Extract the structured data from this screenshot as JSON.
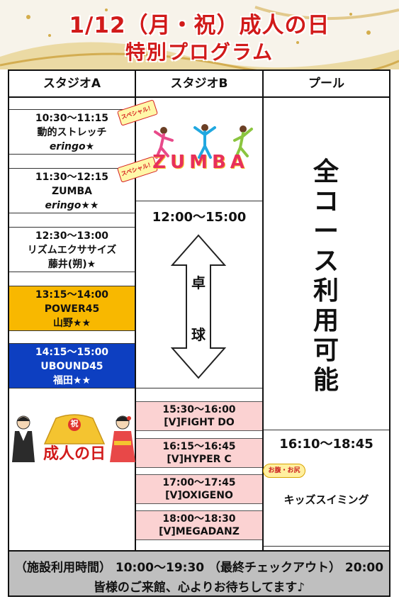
{
  "header": {
    "title_line1": "1/12（月・祝）成人の日",
    "title_line2": "特別プログラム"
  },
  "columns": {
    "a": "スタジオA",
    "b": "スタジオB",
    "pool": "プール"
  },
  "studio_a": [
    {
      "time": "10:30〜11:15",
      "name": "動的ストレッチ",
      "instructor": "eringo★",
      "badge": "スペシャル！"
    },
    {
      "time": "11:30〜12:15",
      "name": "ZUMBA",
      "instructor": "eringo★★",
      "badge": "スペシャル！"
    },
    {
      "time": "12:30〜13:00",
      "name": "リズムエクササイズ",
      "instructor": "藤井(朔)★"
    },
    {
      "time": "13:15〜14:00",
      "name": "POWER45",
      "instructor": "山野★★"
    },
    {
      "time": "14:15〜15:00",
      "name": "UBOUND45",
      "instructor": "福田★★"
    }
  ],
  "studio_a_image": {
    "badge_char": "祝",
    "text": "成人の日"
  },
  "studio_b": {
    "zumba_logo": "ZUMBA",
    "table_tennis_time": "12:00〜15:00",
    "table_tennis_char1": "卓",
    "table_tennis_char2": "球",
    "virtual": [
      {
        "time": "15:30〜16:00",
        "name": "[V]FIGHT DO"
      },
      {
        "time": "16:15〜16:45",
        "name": "[V]HYPER C"
      },
      {
        "time": "17:00〜17:45",
        "name": "[V]OXIGENO"
      },
      {
        "time": "18:00〜18:30",
        "name": "[V]MEGADANZ"
      }
    ]
  },
  "pool": {
    "all_course": [
      "全",
      "コ",
      "ー",
      "ス",
      "利",
      "用",
      "可",
      "能"
    ],
    "kids_time": "16:10〜18:45",
    "kids_badge": "お腹・お尻",
    "kids_name": "キッズスイミング"
  },
  "footer": {
    "hours": "（施設利用時間） 10:00〜19:30 （最終チェックアウト） 20:00",
    "message": "皆様のご来館、心よりお待ちしてます♪"
  },
  "colors": {
    "title_red": "#d11a1a",
    "gold_slot": "#f8b800",
    "blue_slot": "#0d3fc1",
    "pink_slot": "#fbd2d2",
    "footer_gray": "#bfbfbf"
  }
}
